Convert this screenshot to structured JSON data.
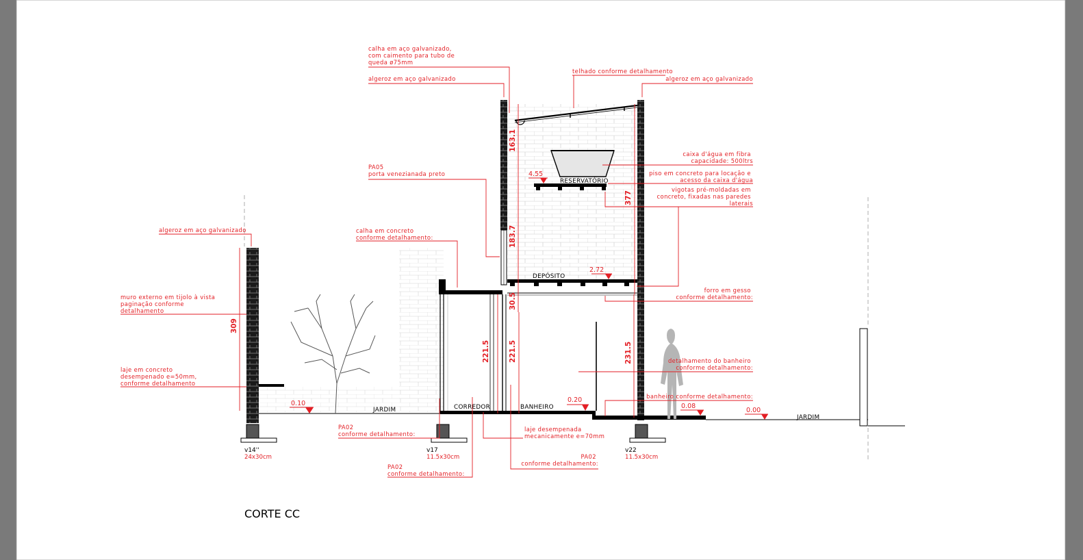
{
  "title": "CORTE CC",
  "rooms": {
    "reservatorio": "RESERVATÓRIO",
    "deposito": "DEPÓSITO",
    "corredor": "CORREDOR",
    "banheiro": "BANHEIRO",
    "jardim_left": "JARDIM",
    "jardim_right": "JARDIM"
  },
  "dimensions": {
    "d163": "163.1",
    "d183": "183.7",
    "d30": "30.5",
    "d221a": "221.5",
    "d221b": "221.5",
    "d231": "231.5",
    "d377": "377",
    "d309": "309"
  },
  "levels": {
    "l455": "4.55",
    "l272": "2.72",
    "l010": "0.10",
    "l020": "0.20",
    "l008": "0.08",
    "l000": "0.00"
  },
  "columns": {
    "v14_name": "v14''",
    "v14_size": "24x30cm",
    "v17_name": "v17",
    "v17_size": "11.5x30cm",
    "v22_name": "v22",
    "v22_size": "11.5x30cm"
  },
  "notes": {
    "calha_aco": [
      "calha em aço galvanizado,",
      "com caimento para tubo de",
      "queda ø75mm"
    ],
    "algeroz_top": "algeroz em aço galvanizado",
    "telhado": "telhado conforme detalhamento",
    "algeroz_right": "algeroz em aço galvanizado",
    "caixa_agua": [
      "caixa d'água em fibra",
      "capacidade: 500ltrs"
    ],
    "piso_concreto": [
      "piso em concreto para locação e",
      "acesso da caixa d'água"
    ],
    "vigotas": [
      "vigotas pré-moldadas em",
      "concreto, fixadas nas paredes",
      "laterais"
    ],
    "pa05": [
      "PA05",
      "porta venezianada preto"
    ],
    "calha_concreto": [
      "calha em concreto",
      "conforme detalhamento:"
    ],
    "algeroz_left": "algeroz em aço galvanizado",
    "muro": [
      "muro externo em tijolo à vista",
      "paginação conforme",
      "detalhamento"
    ],
    "laje_left": [
      "laje em concreto",
      "desempenado e=50mm,",
      "conforme detalhamento"
    ],
    "forro": [
      "forro em gesso",
      "conforme detalhamento:"
    ],
    "det_banheiro": [
      "detalhamento do banheiro",
      "conforme detalhamento:"
    ],
    "banheiro_det": "banheiro conforme detalhamento:",
    "pa02_a": [
      "PA02",
      "conforme detalhamento:"
    ],
    "laje_mec": [
      "laje desempenada",
      "mecanicamente e=70mm"
    ],
    "pa02_b": [
      "PA02",
      "conforme detalhamento:"
    ],
    "pa02_c": [
      "PA02",
      "conforme detalhamento:"
    ]
  },
  "colors": {
    "annotation": "#e31e24",
    "line": "#000000",
    "brick": "#c9c9c9",
    "frame_bar": "#7a7a7a"
  }
}
